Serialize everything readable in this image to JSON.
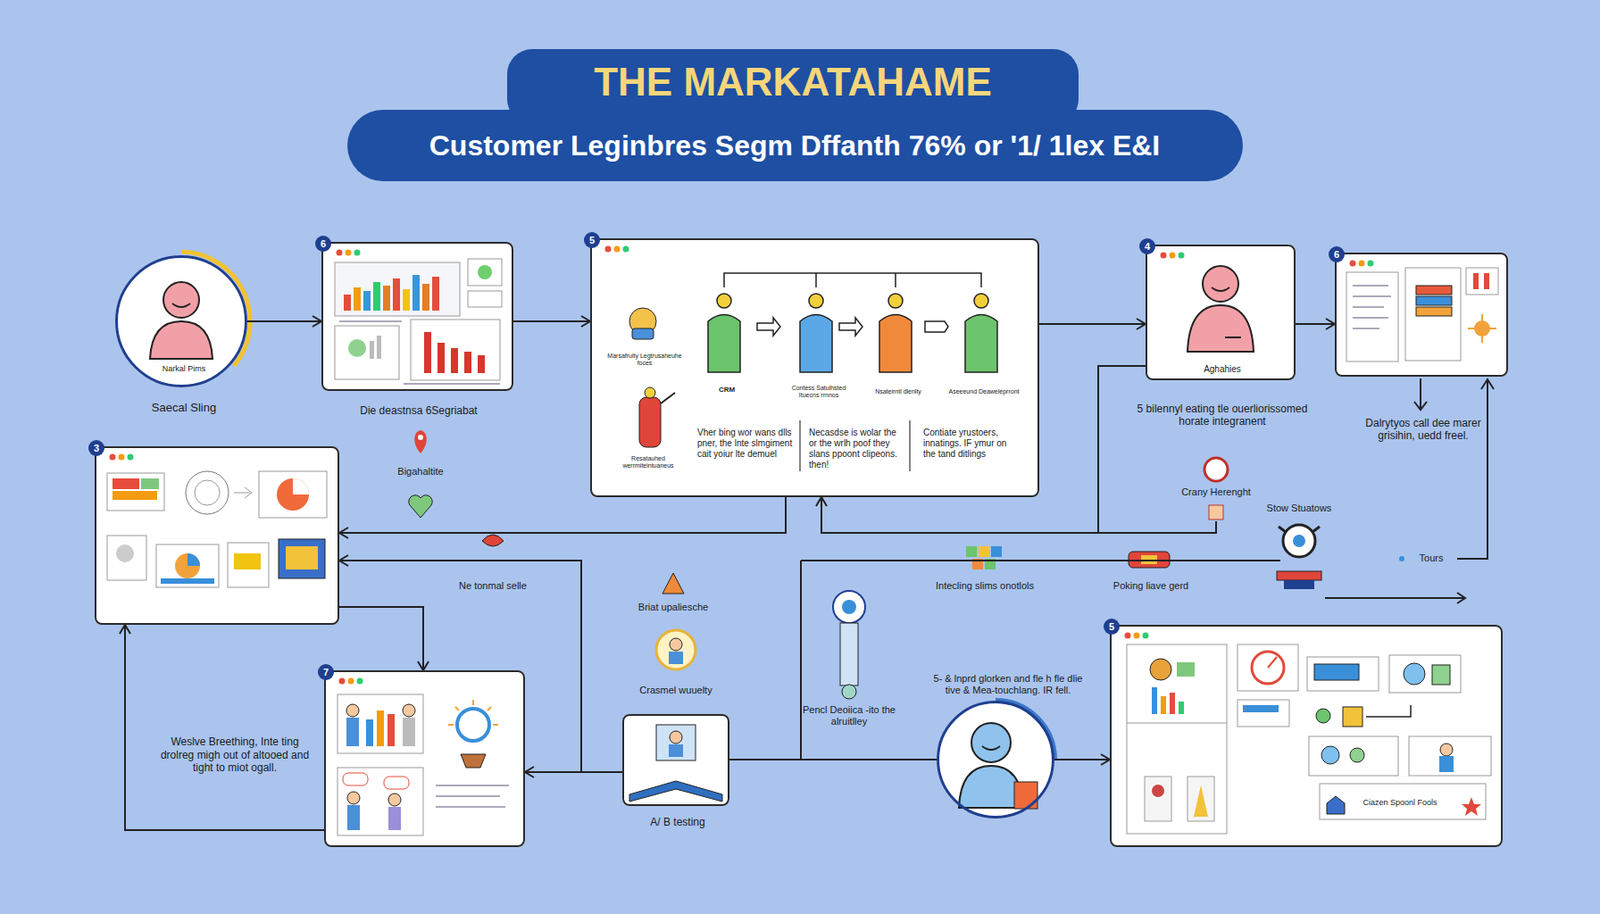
{
  "diagram": {
    "title": "THE MARKATAHAME",
    "nodes": [
      {
        "text": [
          "Narkal Pims",
          "Saecal Sling"
        ]
      },
      {
        "text": [
          "6",
          "Die deastnsa 6Segriabat"
        ]
      },
      {
        "text": [
          "5",
          "Marsafrulty Legtrusaheuhe foces",
          "CRM",
          "Contess Satulhsted Ituecns rrnnos",
          "Nsateirntl dlenlty",
          "Aseeeund Deaweleprront",
          "Resatauhed werrmiteintuaneus",
          "Vher bing wor wans dlls pner, the lnte slmgiment cait yoiur lte demuel",
          "Necasdse is wolar the or the wrlh poof they slans ppoont clipeons. then!",
          "Contiate yrustoers, innatings. IF ymur on the tand ditlings"
        ]
      },
      {
        "text": [
          "4",
          "Aghahies",
          "5 bilennyl eating tle ouerliorissomed horate integranent"
        ]
      },
      {
        "text": [
          "6",
          "Dalrytyos call dee marer grisihin, uedd freel."
        ]
      },
      {
        "text": [
          "3"
        ]
      },
      {
        "text": [
          "7"
        ]
      },
      {
        "text": [
          "A/ B testing"
        ]
      },
      {
        "text": [
          "5- & lnprd glorken and fle h fle dlie tive & Mea-touchlang. IR fell."
        ]
      },
      {
        "text": [
          "5",
          "Ciazen Spoonl Fools"
        ]
      }
    ],
    "edges": [
      {
        "from": 0,
        "to": 1,
        "arrow": "to"
      },
      {
        "from": 1,
        "to": 2,
        "arrow": "to"
      },
      {
        "from": 2,
        "to": 3,
        "arrow": "to"
      },
      {
        "from": 3,
        "to": 4,
        "arrow": "to"
      },
      {
        "from": 3,
        "to": 2,
        "arrow": "to"
      },
      {
        "from": 2,
        "to": 5,
        "arrow": "to"
      },
      {
        "from": 5,
        "to": 6,
        "arrow": "to"
      },
      {
        "from": 7,
        "to": 5,
        "arrow": "to"
      },
      {
        "from": 7,
        "to": 6,
        "arrow": "to"
      },
      {
        "from": 6,
        "to": 5,
        "arrow": "to"
      },
      {
        "from": 7,
        "to": 8,
        "arrow": "none"
      },
      {
        "from": 8,
        "to": 9,
        "arrow": "to"
      }
    ],
    "labels": [
      "Customer Leginbres Segm Dffanth 76% or '1/ 1lex E&I",
      "Bigahaltite",
      "Crany Herenght",
      "Stow Stuatows",
      "Tours",
      "Ne tonmal selle",
      "Intecling slims onotlols",
      "Poking liave gerd",
      "Briat upaliesche",
      "Crasmel wuuelty",
      "Pencl Deoiica -ito the alruitlley",
      "Weslve Breething, Inte ting drolreg migh out of altooed and tight to miot ogall."
    ]
  }
}
